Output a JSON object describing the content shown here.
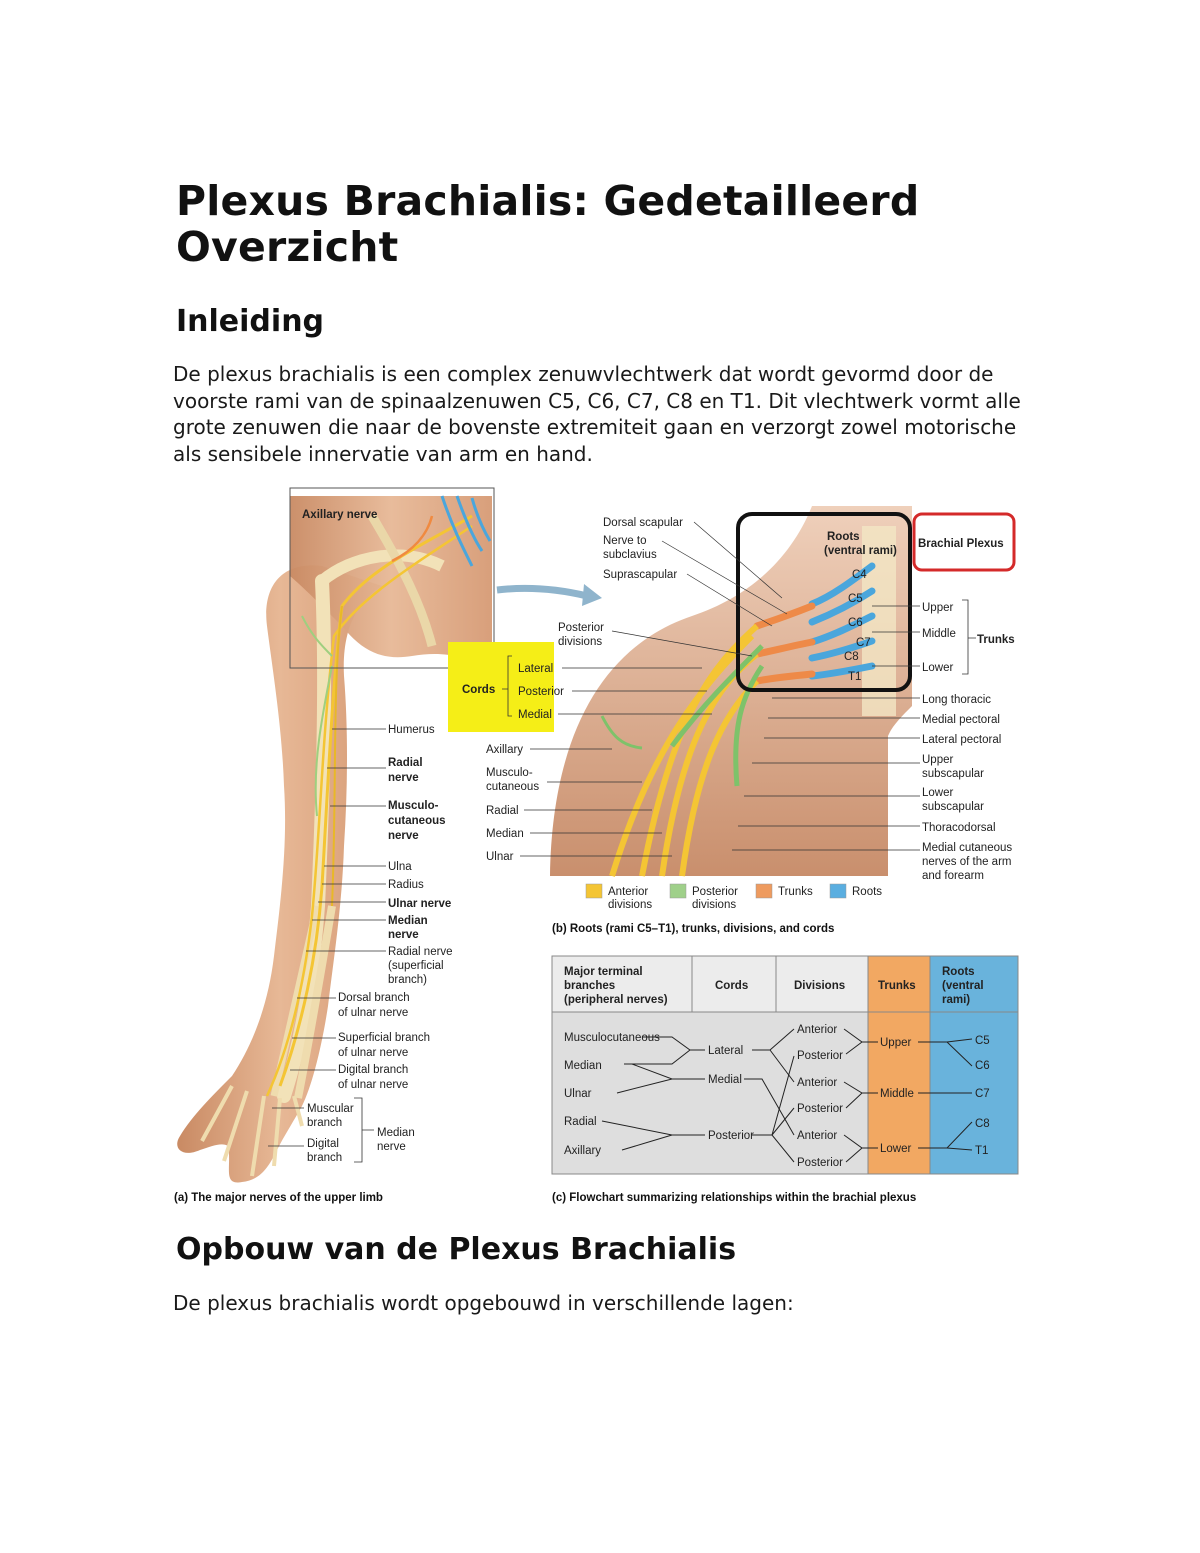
{
  "title": "Plexus Brachialis: Gedetailleerd Overzicht",
  "sections": [
    {
      "heading": "Inleiding",
      "paragraph": "De plexus brachialis is een complex zenuwvlechtwerk dat wordt gevormd door de voorste rami van de spinaalzenuwen C5, C6, C7, C8 en T1. Dit vlechtwerk vormt alle grote zenuwen die naar de bovenste extremiteit gaan en verzorgt zowel motorische als sensibele innervatie van arm en hand."
    },
    {
      "heading": "Opbouw van de Plexus Brachialis",
      "paragraph": "De plexus brachialis wordt opgebouwd in verschillende lagen:"
    }
  ],
  "figure": {
    "panel_a": {
      "caption": "(a) The major nerves of the upper limb",
      "inset_label": "Axillary nerve",
      "labels": {
        "humerus": "Humerus",
        "radial_nerve_1": "Radial",
        "radial_nerve_2": "nerve",
        "musculo_1": "Musculo-",
        "musculo_2": "cutaneous",
        "musculo_3": "nerve",
        "ulna": "Ulna",
        "radius": "Radius",
        "ulnar_nerve": "Ulnar nerve",
        "median_nerve_1": "Median",
        "median_nerve_2": "nerve",
        "radial_sup_1": "Radial nerve",
        "radial_sup_2": "(superficial",
        "radial_sup_3": "branch)",
        "dorsal_ulnar_1": "Dorsal branch",
        "dorsal_ulnar_2": "of ulnar nerve",
        "sup_ulnar_1": "Superficial branch",
        "sup_ulnar_2": "of ulnar nerve",
        "digital_ulnar_1": "Digital branch",
        "digital_ulnar_2": "of ulnar nerve",
        "muscular_1": "Muscular",
        "muscular_2": "branch",
        "digital_1": "Digital",
        "digital_2": "branch",
        "median_b_1": "Median",
        "median_b_2": "nerve"
      }
    },
    "panel_b": {
      "caption": "(b) Roots (rami C5–T1), trunks, divisions, and cords",
      "brachial_plexus": "Brachial Plexus",
      "roots_1": "Roots",
      "roots_2": "(ventral rami)",
      "left_labels": {
        "dorsal_scapular": "Dorsal scapular",
        "nerve_to_1": "Nerve to",
        "nerve_to_2": "subclavius",
        "suprascapular": "Suprascapular",
        "posterior_div_1": "Posterior",
        "posterior_div_2": "divisions",
        "cords": "Cords",
        "lateral": "Lateral",
        "posterior": "Posterior",
        "medial": "Medial",
        "axillary": "Axillary",
        "musculo_1": "Musculo-",
        "musculo_2": "cutaneous",
        "radial": "Radial",
        "median": "Median",
        "ulnar": "Ulnar"
      },
      "root_labels": [
        "C4",
        "C5",
        "C6",
        "C7",
        "C8",
        "T1"
      ],
      "right_labels": {
        "upper": "Upper",
        "middle": "Middle",
        "lower": "Lower",
        "trunks": "Trunks",
        "long_thoracic": "Long thoracic",
        "medial_pectoral": "Medial pectoral",
        "lateral_pectoral": "Lateral pectoral",
        "upper_sub_1": "Upper",
        "upper_sub_2": "subscapular",
        "lower_sub_1": "Lower",
        "lower_sub_2": "subscapular",
        "thoracodorsal": "Thoracodorsal",
        "med_cut_1": "Medial cutaneous",
        "med_cut_2": "nerves of the arm",
        "med_cut_3": "and forearm"
      },
      "legend": [
        {
          "label_1": "Anterior",
          "label_2": "divisions",
          "color": "#f4c534"
        },
        {
          "label_1": "Posterior",
          "label_2": "divisions",
          "color": "#9fd08a"
        },
        {
          "label_1": "Trunks",
          "label_2": "",
          "color": "#ee9b5f"
        },
        {
          "label_1": "Roots",
          "label_2": "",
          "color": "#5aaee0"
        }
      ]
    },
    "panel_c": {
      "caption": "(c) Flowchart summarizing relationships within the brachial plexus",
      "headers": {
        "branches_1": "Major terminal",
        "branches_2": "branches",
        "branches_3": "(peripheral nerves)",
        "cords": "Cords",
        "divisions": "Divisions",
        "trunks": "Trunks",
        "roots_1": "Roots",
        "roots_2": "(ventral",
        "roots_3": "rami)"
      },
      "branches": [
        "Musculocutaneous",
        "Median",
        "Ulnar",
        "Radial",
        "Axillary"
      ],
      "cords": [
        "Lateral",
        "Medial",
        "Posterior"
      ],
      "divisions": [
        "Anterior",
        "Posterior",
        "Anterior",
        "Posterior",
        "Anterior",
        "Posterior"
      ],
      "trunks": [
        "Upper",
        "Middle",
        "Lower"
      ],
      "roots": [
        "C5",
        "C6",
        "C7",
        "C8",
        "T1"
      ],
      "colors": {
        "grey": "#dcdcdc",
        "trunk": "#f2a862",
        "root": "#69b3dc",
        "header": "#e6e6e6"
      }
    }
  }
}
